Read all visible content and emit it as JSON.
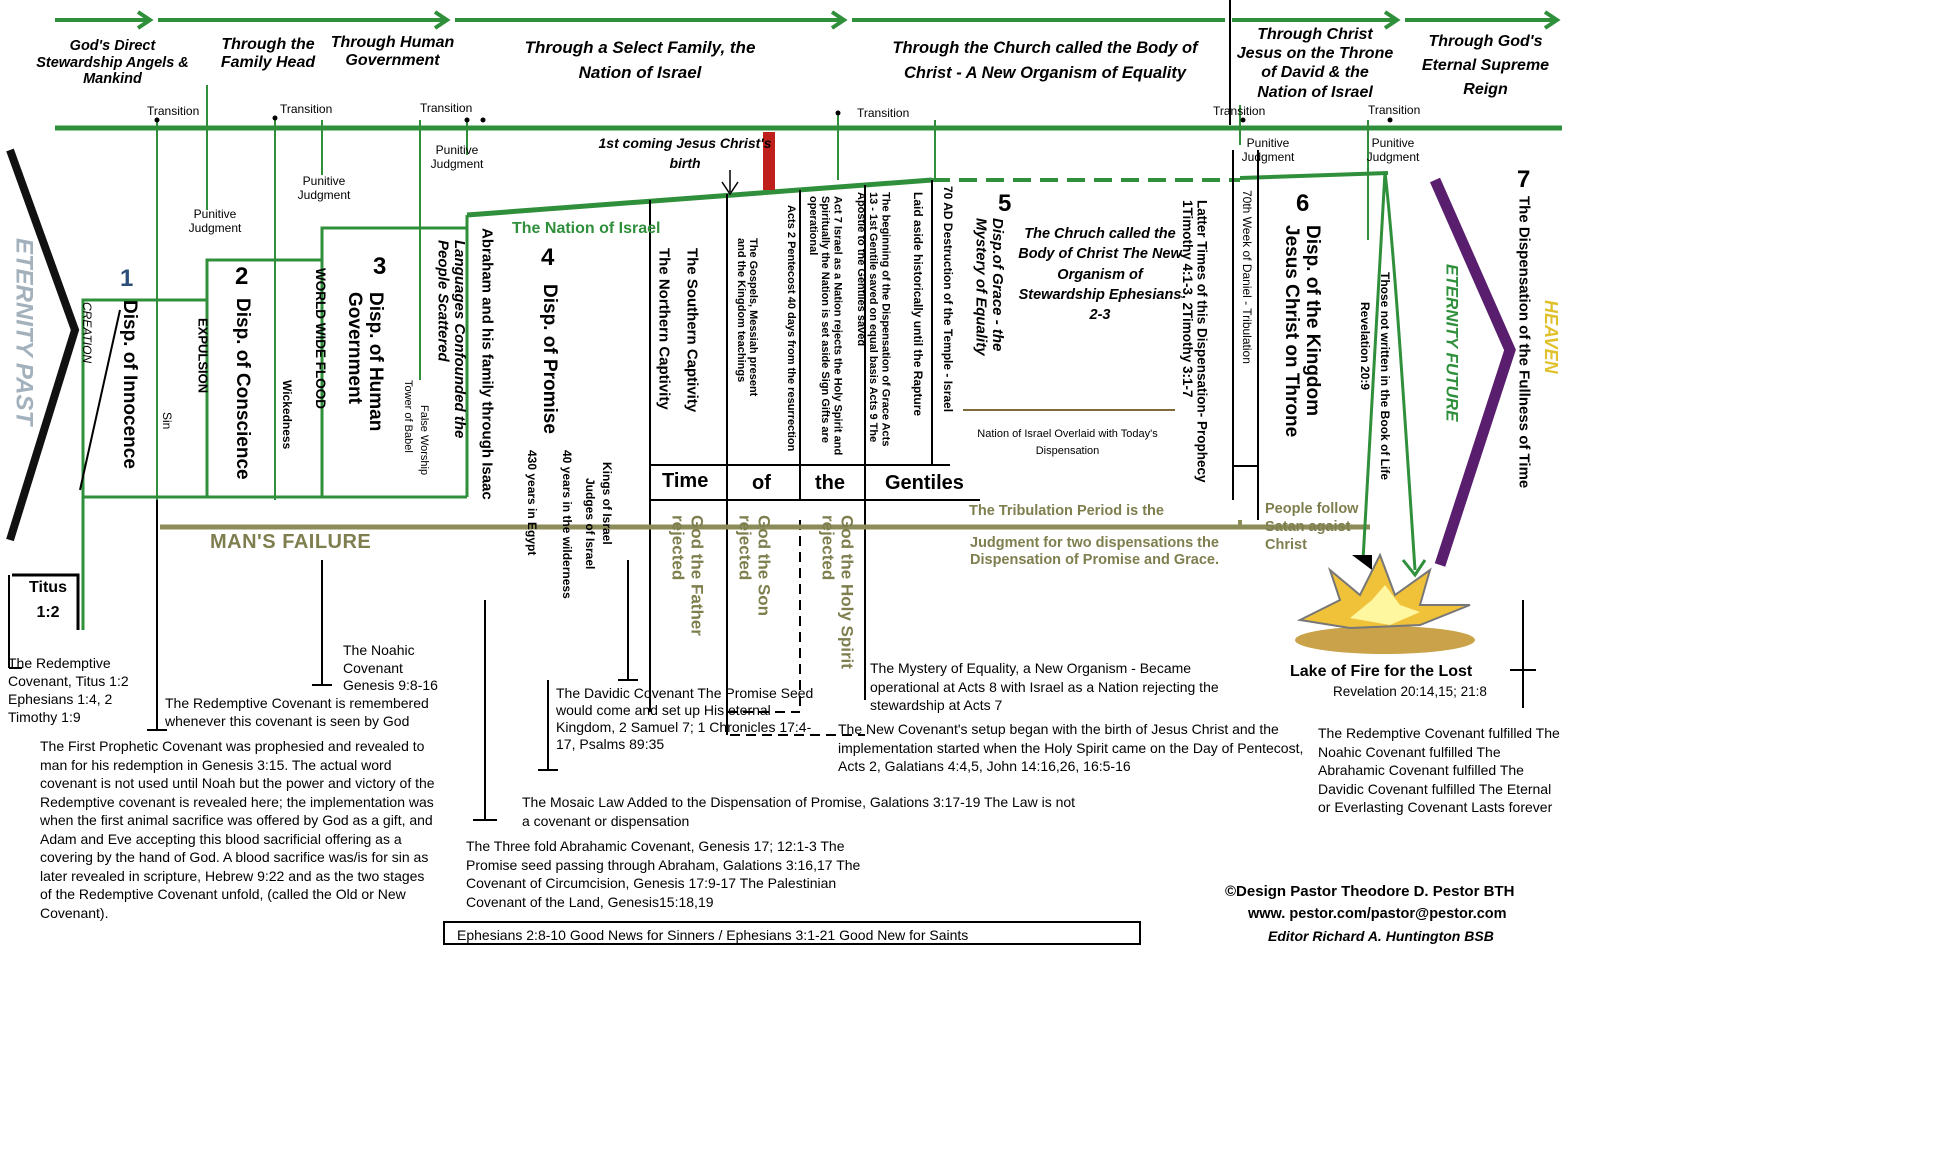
{
  "headers": [
    "God's Direct Stewardship Angels & Mankind",
    "Through the Family Head",
    "Through Human Government",
    "Through a Select Family, the Nation of Israel",
    "Through the Church called the Body of Christ - A New Organism of Equality",
    "Through Christ Jesus on the Throne of David & the Nation of Israel",
    "Through God's Eternal Supreme Reign"
  ],
  "transitions": [
    "Transition",
    "Transition",
    "Transition",
    "Transition",
    "Transition",
    "Transition"
  ],
  "punitive": [
    "Punitive Judgment",
    "Punitive Judgment",
    "Punitive Judgment",
    "Punitive Judgment",
    "Punitive Judgment"
  ],
  "eternity": {
    "past": "ETERNITY PAST",
    "creation": "CREATION",
    "future": "ETERNITY FUTURE",
    "heaven": "HEAVEN"
  },
  "first_coming": "1st coming Jesus Christ's birth",
  "nation_of_israel": "The Nation of Israel",
  "dispensations": [
    {
      "num": "1",
      "name": "Disp. of Innocence"
    },
    {
      "num": "2",
      "name": "Disp. of Conscience"
    },
    {
      "num": "3",
      "name": "Disp. of Human Government"
    },
    {
      "num": "4",
      "name": "Disp. of Promise"
    },
    {
      "num": "5",
      "name": "Disp.of Grace - the Mystery of Equality"
    },
    {
      "num": "6",
      "name": "Disp. of the Kingdom Jesus Christ on Throne"
    },
    {
      "num": "7",
      "name": "The Dispensation of the Fullness of Time"
    }
  ],
  "events": {
    "sin": "Sin",
    "expulsion": "EXPULSION",
    "wickedness": "Wickedness",
    "flood": "WORLD WIDE FLOOD",
    "tower": "Tower of Babel",
    "false_worship": "False Worship",
    "languages": "Languages Confounded the People Scattered",
    "abraham": "Abraham and his family through Isaac",
    "egypt": "430 years in Egypt",
    "wilderness": "40 years in the wilderness",
    "judges": "Judges of Israel",
    "kings": "Kings of Israel",
    "northern": "The Northern Captivity",
    "southern": "The Southern Captivity",
    "gospels": "The Gospels, Messiah present and the Kingdom teachings",
    "pentecost": "Acts 2 Pentecost 40 days from the resurrection",
    "acts7": "Act 7 Israel as a Nation rejects the Holy Spirit and Spiritually the Nation is set aside Sign Gifts are operational",
    "grace_begin": "The beginning of the Dispensation of Grace Acts 13 - 1st Gentile saved on equal basis Acts 9 The Apostle to the Gentiles saved",
    "laid_aside": "Laid aside historically until the Rapture",
    "ad70": "70 AD Destruction of the Temple - Israel",
    "latter_times": "Latter Times of this Dispensation- Prophecy 1Timothy 4:1-3, 2Timothy 3:1-7",
    "week70": "70th Week of Daniel - Tribulation",
    "revelation": "Revelation 20:9",
    "not_written": "Those not written in the Book of Life"
  },
  "church_box": "The Chruch called the Body of Christ The New Organism of Stewardship Ephesians 2-3",
  "overlaid": "Nation of Israel Overlaid with Today's Dispensation",
  "titus": "Titus 1:2",
  "mans_failure": "MAN'S FAILURE",
  "time_of_gentiles": [
    "Time",
    "of",
    "the",
    "Gentiles"
  ],
  "rejected": [
    "God the Father rejected",
    "God the Son rejected",
    "God the Holy Spirit rejected"
  ],
  "tribulation_1": "The Tribulation Period is the",
  "tribulation_2": "Judgment for two dispensations the Dispensation of Promise and Grace.",
  "people_follow": "People follow Satan agaist Christ",
  "lake": "Lake of Fire for the Lost",
  "lake_ref": "Revelation 20:14,15; 21:8",
  "notes": {
    "redemptive": "The Redemptive Covenant, Titus 1:2 Ephesians 1:4, 2 Timothy 1:9",
    "first_prophetic": "The First Prophetic Covenant was prophesied and revealed to man for his redemption in Genesis 3:15. The actual word covenant is not used until Noah but the power and victory of the Redemptive covenant is revealed here; the implementation was when the first animal sacrifice was offered by God as a gift, and Adam and Eve accepting this blood sacrificial offering as a covering by the hand of God. A blood sacrifice was/is for sin as later revealed in scripture, Hebrew 9:22 and as the two stages of the Redemptive Covenant unfold, (called the Old or New Covenant).",
    "noahic": "The Noahic Covenant Genesis 9:8-16",
    "remembered": "The Redemptive Covenant is remembered whenever this covenant is seen by God",
    "davidic": "The Davidic Covenant The Promise Seed would come and set up His eternal Kingdom, 2 Samuel 7; 1 Chronicles 17:4-17, Psalms 89:35",
    "mosaic": "The Mosaic Law Added to the Dispensation of Promise, Galations 3:17-19 The Law is not a covenant or dispensation",
    "abrahamic": "The Three fold Abrahamic Covenant, Genesis 17; 12:1-3 The Promise seed passing through Abraham, Galations 3:16,17 The Covenant of Circumcision, Genesis 17:9-17 The Palestinian Covenant of the Land, Genesis15:18,19",
    "mystery": "The Mystery of Equality, a New Organism - Became operational at Acts 8 with Israel as a Nation rejecting the stewardship at Acts 7",
    "new_covenant": "The New Covenant's setup began with the birth of Jesus Christ and the implementation started when the Holy Spirit came on the Day of Pentecost, Acts 2, Galatians 4:4,5, John 14:16,26, 16:5-16",
    "fulfilled": "The Redemptive Covenant fulfilled The Noahic Covenant fulfilled The Abrahamic Covenant fulfilled The Davidic Covenant fulfilled The Eternal or Everlasting Covenant Lasts forever"
  },
  "footer": "Ephesians 2:8-10 Good News for Sinners / Ephesians 3:1-21 Good New for Saints",
  "credit": {
    "design": "©Design Pastor Theodore D. Pestor BTH",
    "web": "www. pestor.com/pastor@pestor.com",
    "editor": "Editor Richard A. Huntington BSB"
  },
  "colors": {
    "green": "#2f8f3b",
    "olive": "#8c8c5a",
    "red": "#c0201b",
    "purple": "#5a1e6e",
    "gray": "#8a8a8a"
  }
}
